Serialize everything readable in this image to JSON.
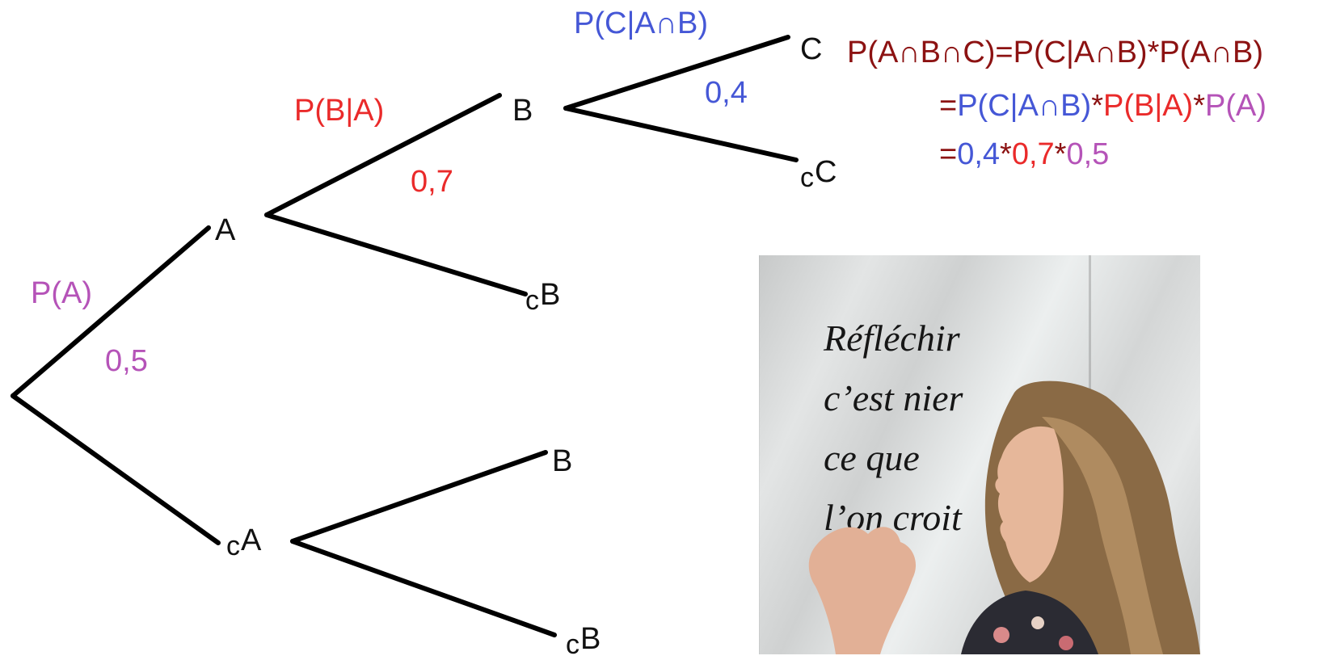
{
  "colors": {
    "node": "#111111",
    "purple": "#b553b8",
    "red": "#ea2a2a",
    "blue": "#4557d6",
    "darkred": "#8c1212",
    "edge": "#000000"
  },
  "tree": {
    "nodes": {
      "A": "A",
      "notA": {
        "prefix": "c",
        "label": "A"
      },
      "B_given_A": "B",
      "notB_given_A": {
        "prefix": "c",
        "label": "B"
      },
      "B_given_notA": "B",
      "notB_given_notA": {
        "prefix": "c",
        "label": "B"
      },
      "C": "C",
      "notC": {
        "prefix": "c",
        "label": "C"
      }
    },
    "branch_labels": {
      "pA": "P(A)",
      "pA_value": "0,5",
      "pB_given_A": "P(B|A)",
      "pB_given_A_value": "0,7",
      "pC_given_AB": "P(C|A∩B)",
      "pC_given_AB_value": "0,4"
    }
  },
  "formula": {
    "line1": "P(A∩B∩C)=P(C|A∩B)*P(A∩B)",
    "line2": {
      "eq": "=",
      "t1": "P(C|A∩B)",
      "star1": "*",
      "t2": "P(B|A)",
      "star2": "*",
      "t3": "P(A)"
    },
    "line3": {
      "eq": "=",
      "v1": "0,4",
      "star1": "*",
      "v2": "0,7",
      "star2": "*",
      "v3": "0,5"
    }
  },
  "photo": {
    "quote": [
      "Réfléchir",
      "c’est nier",
      "ce que",
      "l’on croit"
    ]
  }
}
